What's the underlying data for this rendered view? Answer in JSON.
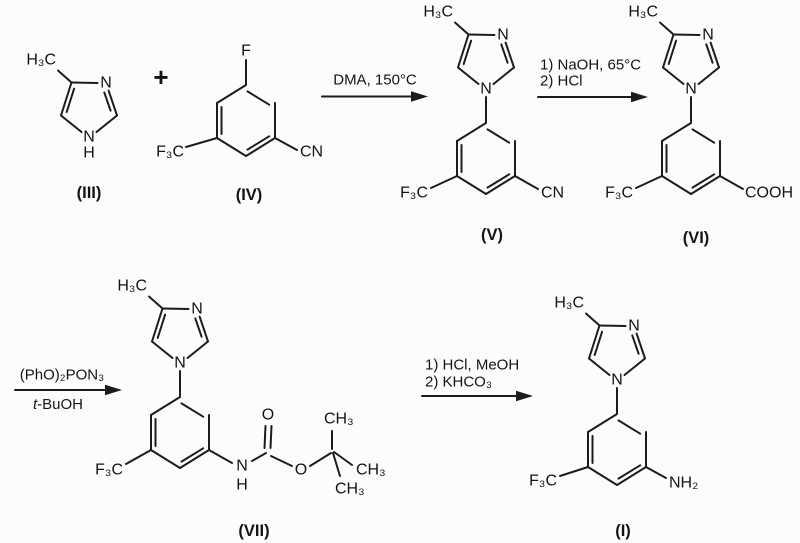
{
  "scheme": {
    "colors": {
      "ink": "#1c1c1c",
      "background": "#fcfcfa"
    },
    "operators": {
      "plus": "+"
    },
    "steps": {
      "step1": {
        "line1": "DMA, 150°C"
      },
      "step2": {
        "line1": "1) NaOH, 65°C",
        "line2": "2) HCl"
      },
      "step3": {
        "line1": "(PhO)₂PON₃",
        "line2_italic": "t",
        "line2_rest": "-BuOH"
      },
      "step4": {
        "line1": "1) HCl, MeOH",
        "line2": "2) KHCO₃"
      }
    },
    "compounds": {
      "c3": {
        "label": "(III)",
        "methyl": "H₃C",
        "n3": "N",
        "n1": "N",
        "h1": "H"
      },
      "c4": {
        "label": "(IV)",
        "fluorine": "F",
        "cf3": "F₃C",
        "nitrile": "CN"
      },
      "c5": {
        "label": "(V)",
        "methyl": "H₃C",
        "n3": "N",
        "n1": "N",
        "cf3": "F₃C",
        "nitrile": "CN"
      },
      "c6": {
        "label": "(VI)",
        "methyl": "H₃C",
        "n3": "N",
        "n1": "N",
        "cf3": "F₃C",
        "acid": "COOH"
      },
      "c7": {
        "label": "(VII)",
        "methyl": "H₃C",
        "n3": "N",
        "n1": "N",
        "cf3": "F₃C",
        "amide_n": "N",
        "amide_h": "H",
        "carbonyl_o": "O",
        "ester_o": "O",
        "methyl_top": "CH₃",
        "methyl_right": "CH₃",
        "methyl_bottom": "CH₃"
      },
      "c1": {
        "label": "(I)",
        "methyl": "H₃C",
        "n3": "N",
        "n1": "N",
        "cf3": "F₃C",
        "amine": "NH₂"
      }
    }
  }
}
